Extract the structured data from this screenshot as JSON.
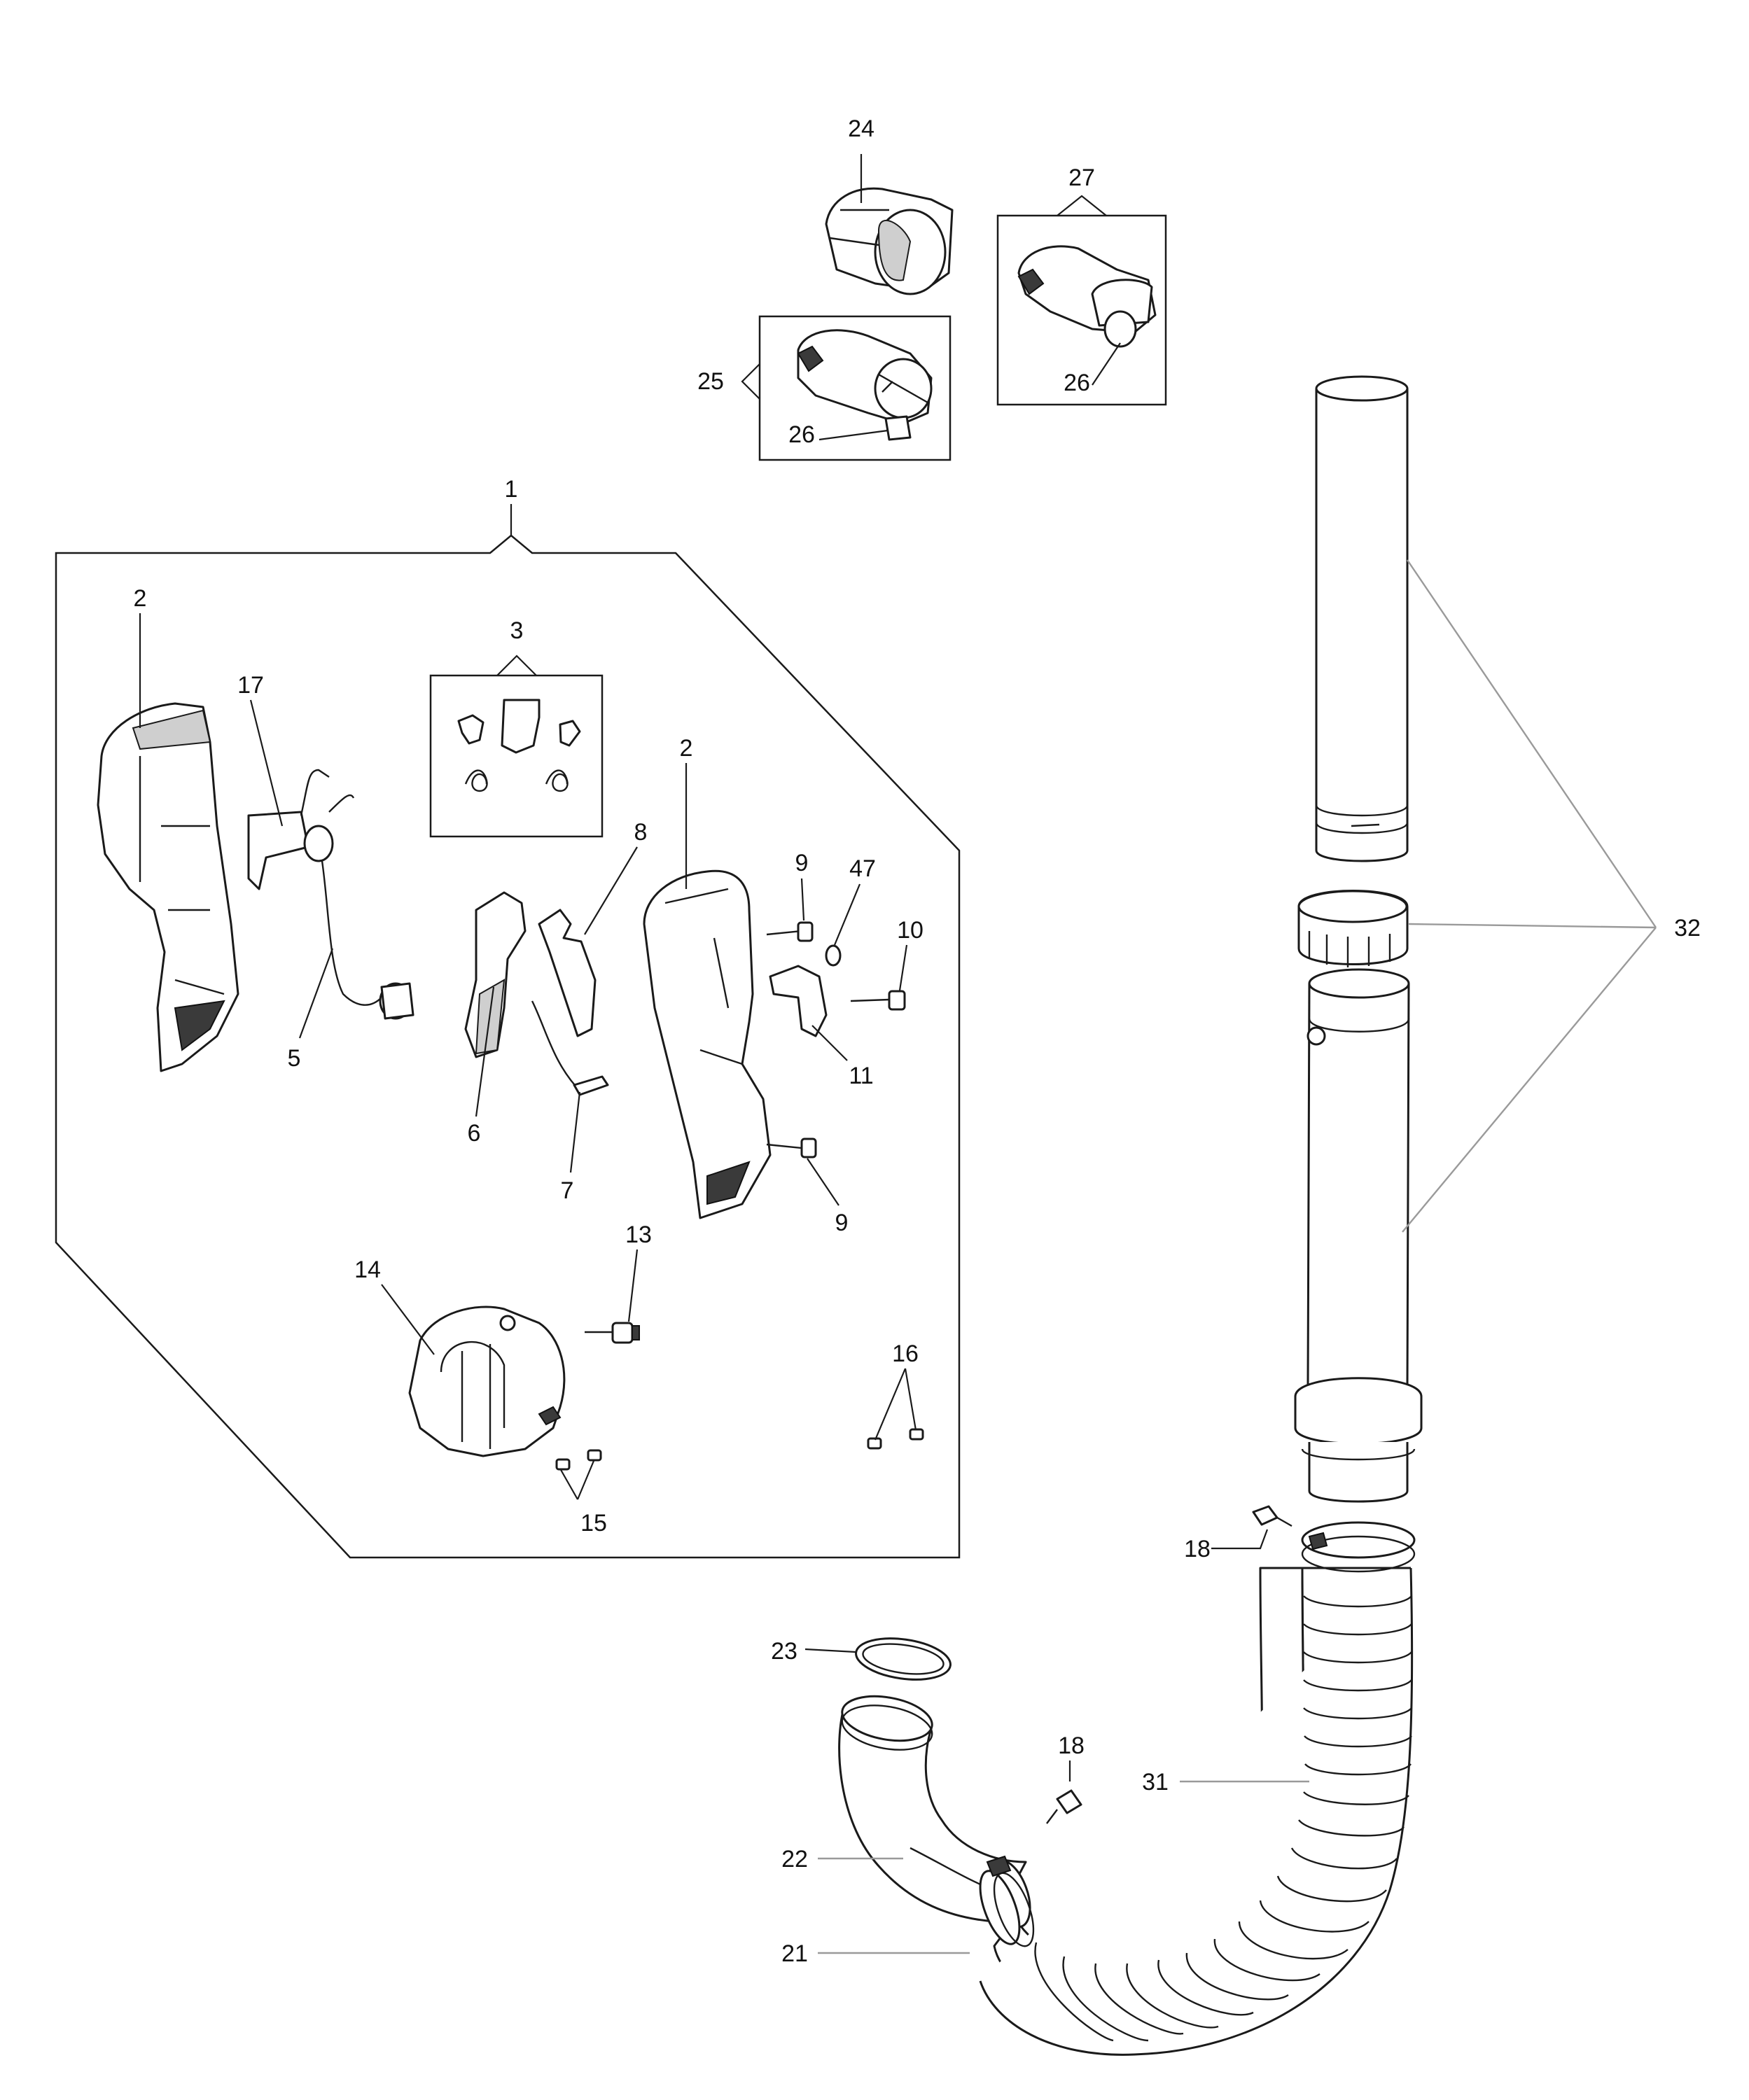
{
  "labels": {
    "l1": "1",
    "l2a": "2",
    "l2b": "2",
    "l3": "3",
    "l5": "5",
    "l6": "6",
    "l7": "7",
    "l8": "8",
    "l9a": "9",
    "l9b": "9",
    "l10": "10",
    "l11": "11",
    "l13": "13",
    "l14": "14",
    "l15": "15",
    "l16": "16",
    "l17": "17",
    "l18a": "18",
    "l18b": "18",
    "l21": "21",
    "l22": "22",
    "l23": "23",
    "l24": "24",
    "l25": "25",
    "l26a": "26",
    "l26b": "26",
    "l27": "27",
    "l31": "31",
    "l32": "32",
    "l47": "47"
  },
  "colors": {
    "line": "#1a1a1a",
    "leader_grey": "#9a9a9a",
    "shade": "#cfcfcf"
  }
}
